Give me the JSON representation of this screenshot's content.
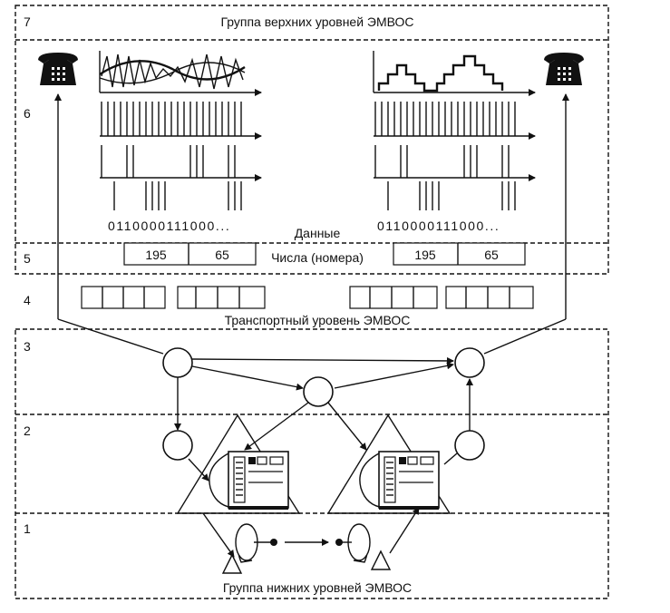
{
  "title_top": "Группа верхних уровней ЭМВОС",
  "title_bottom": "Группа нижних уровней ЭМВОС",
  "transport_label": "Транспортный уровень ЭМВОС",
  "data_label": "Данные",
  "numbers_label": "Числа (номера)",
  "level_numbers": [
    "7",
    "6",
    "5",
    "4",
    "3",
    "2",
    "1"
  ],
  "bit_string_left": "0110000111000...",
  "bit_string_right": "0110000111000...",
  "numbers_left": [
    "195",
    "65"
  ],
  "numbers_right": [
    "195",
    "65"
  ],
  "icons": [
    "telephone-icon",
    "telephone-icon",
    "computer-icon",
    "computer-icon",
    "antenna-icon",
    "antenna-icon"
  ]
}
